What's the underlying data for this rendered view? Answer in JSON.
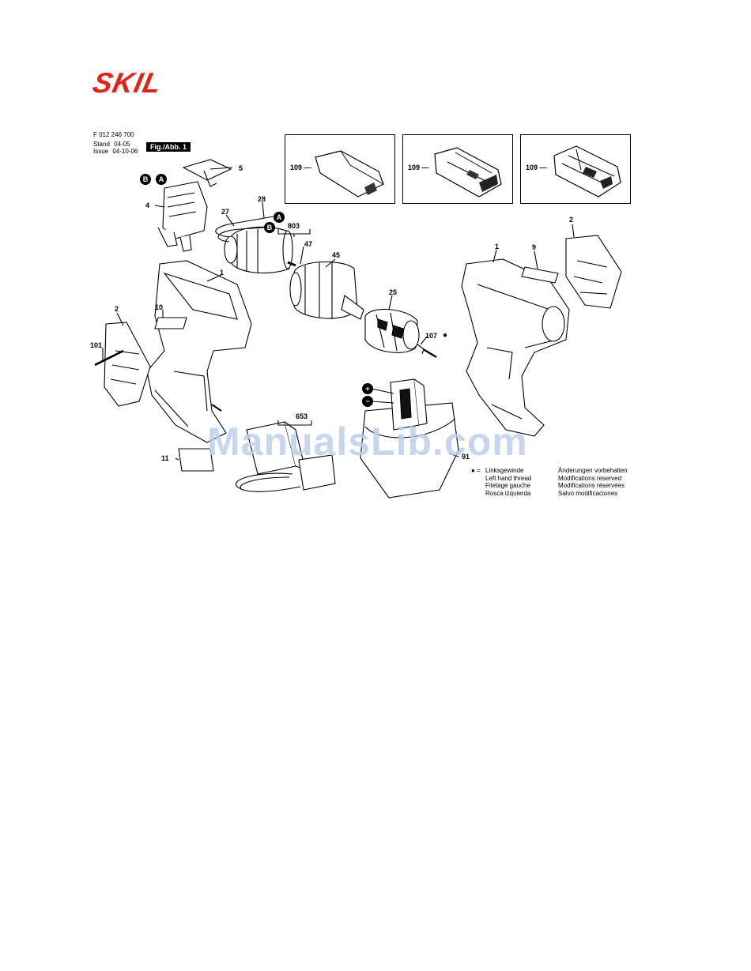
{
  "brand": {
    "logo_text": "SKIL",
    "logo_color": "#e2231a"
  },
  "header": {
    "part_number": "F 012 246 700",
    "stand_label": "Stand",
    "stand_value": "04-05",
    "issue_label": "Issue",
    "issue_value": "04-10-06",
    "fig_label": "Fig./Abb. 1"
  },
  "insets": [
    {
      "label": "109 —"
    },
    {
      "label": "109 —"
    },
    {
      "label": "109 —"
    }
  ],
  "callouts": {
    "c5": "5",
    "c4": "4",
    "c28": "28",
    "c27": "27",
    "c803": "803",
    "c47": "47",
    "c45": "45",
    "c1a": "1",
    "c2a": "2",
    "c10": "10",
    "c101": "101",
    "c25": "25",
    "c107": "107",
    "c653": "653",
    "c11": "11",
    "c91": "91",
    "c1b": "1",
    "c9": "9",
    "c2b": "2"
  },
  "markers": {
    "A1": "A",
    "B1": "B",
    "A2": "A",
    "B2": "B",
    "plus": "+",
    "minus": "−"
  },
  "legend_left": {
    "symbol": "● =",
    "lines": [
      "Linksgewinde",
      "Left hand thread",
      "Filetage gauche",
      "Rosca izquierda"
    ]
  },
  "legend_right": {
    "lines": [
      "Änderungen vorbehalten",
      "Modifications reserved",
      "Modifications réservées",
      "Salvo modificaciones"
    ]
  },
  "watermark": "ManualsLib.com"
}
